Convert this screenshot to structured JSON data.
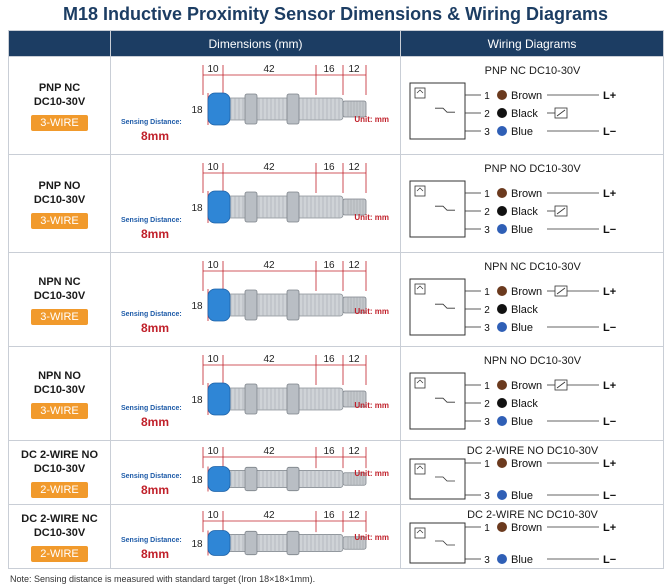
{
  "title": "M18 Inductive Proximity Sensor Dimensions & Wiring Diagrams",
  "headers": {
    "dimensions": "Dimensions (mm)",
    "wiring": "Wiring Diagrams"
  },
  "dims": {
    "d1": "10",
    "d2": "42",
    "d3": "16",
    "d4": "12",
    "height": "18"
  },
  "sensing_label": "Sensing Distance:",
  "sensing_value": "8mm",
  "unit_label": "Unit: mm",
  "supply": {
    "plus": "L+",
    "minus": "L−"
  },
  "rows": [
    {
      "name": "PNP NC",
      "voltage": "DC10-30V",
      "badge": "3-WIRE",
      "wiring_title": "PNP NC  DC10-30V",
      "load_on": "black",
      "wires": [
        {
          "num": "1",
          "color": "Brown",
          "hex": "#6b3a1e"
        },
        {
          "num": "2",
          "color": "Black",
          "hex": "#111111"
        },
        {
          "num": "3",
          "color": "Blue",
          "hex": "#2f5fb6"
        }
      ]
    },
    {
      "name": "PNP NO",
      "voltage": "DC10-30V",
      "badge": "3-WIRE",
      "wiring_title": "PNP NO  DC10-30V",
      "load_on": "black",
      "wires": [
        {
          "num": "1",
          "color": "Brown",
          "hex": "#6b3a1e"
        },
        {
          "num": "2",
          "color": "Black",
          "hex": "#111111"
        },
        {
          "num": "3",
          "color": "Blue",
          "hex": "#2f5fb6"
        }
      ]
    },
    {
      "name": "NPN NC",
      "voltage": "DC10-30V",
      "badge": "3-WIRE",
      "wiring_title": "NPN NC  DC10-30V",
      "load_on": "brown",
      "wires": [
        {
          "num": "1",
          "color": "Brown",
          "hex": "#6b3a1e"
        },
        {
          "num": "2",
          "color": "Black",
          "hex": "#111111"
        },
        {
          "num": "3",
          "color": "Blue",
          "hex": "#2f5fb6"
        }
      ]
    },
    {
      "name": "NPN NO",
      "voltage": "DC10-30V",
      "badge": "3-WIRE",
      "wiring_title": "NPN NO  DC10-30V",
      "load_on": "brown",
      "wires": [
        {
          "num": "1",
          "color": "Brown",
          "hex": "#6b3a1e"
        },
        {
          "num": "2",
          "color": "Black",
          "hex": "#111111"
        },
        {
          "num": "3",
          "color": "Blue",
          "hex": "#2f5fb6"
        }
      ]
    },
    {
      "name": "DC 2-WIRE NO",
      "voltage": "DC10-30V",
      "badge": "2-WIRE",
      "wiring_title": "DC 2-WIRE NO  DC10-30V",
      "load_on": "none",
      "wires": [
        {
          "num": "1",
          "color": "Brown",
          "hex": "#6b3a1e"
        },
        {
          "num": "3",
          "color": "Blue",
          "hex": "#2f5fb6"
        }
      ]
    },
    {
      "name": "DC 2-WIRE NC",
      "voltage": "DC10-30V",
      "badge": "2-WIRE",
      "wiring_title": "DC 2-WIRE NC  DC10-30V",
      "load_on": "none",
      "wires": [
        {
          "num": "1",
          "color": "Brown",
          "hex": "#6b3a1e"
        },
        {
          "num": "3",
          "color": "Blue",
          "hex": "#2f5fb6"
        }
      ]
    }
  ],
  "colors": {
    "header_bg": "#1c3d63",
    "badge": "#f19a2c",
    "accent_red": "#c0202a",
    "sensor_head": "#2f86d6"
  },
  "footnote": "Note: Sensing distance is measured with standard target (Iron 18×18×1mm)."
}
